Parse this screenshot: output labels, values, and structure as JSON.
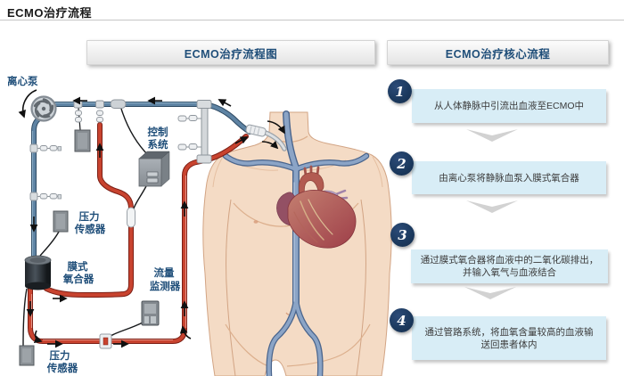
{
  "page": {
    "title": "ECMO治疗流程"
  },
  "left_panel": {
    "header": "ECMO治疗流程图",
    "labels": {
      "pump": "离心泵",
      "control": [
        "控制",
        "系统"
      ],
      "pressure_top": [
        "压力",
        "传感器"
      ],
      "oxygenator": [
        "膜式",
        "氧合器"
      ],
      "flow": [
        "流量",
        "监测器"
      ],
      "pressure_bottom": [
        "压力",
        "传感器"
      ]
    }
  },
  "right_panel": {
    "header": "ECMO治疗核心流程",
    "steps": [
      {
        "num": "1",
        "lines": [
          "从人体静脉中引流出血液至ECMO中"
        ]
      },
      {
        "num": "2",
        "lines": [
          "由离心泵将静脉血泵入膜式氧合器"
        ]
      },
      {
        "num": "3",
        "lines": [
          "通过膜式氧合器将血液中的二氧化碳排出，",
          "并输入氧气与血液结合"
        ]
      },
      {
        "num": "4",
        "lines": [
          "通过管路系统，将血氧含量较高的血液输",
          "送回患者体内"
        ]
      }
    ]
  },
  "colors": {
    "accent_navy": "#1F4E79",
    "step_circle_navy": "#1C3A5F",
    "step_box_blue": "#D8EDF6",
    "tube_blue": "#5E83A3",
    "tube_red": "#C8432F",
    "vessel_blue": "#8BA4C6",
    "skin": "#F4DBC5",
    "chevron_gray": "#D2D2D2",
    "header_bar_gray": "#E9E9E9"
  }
}
